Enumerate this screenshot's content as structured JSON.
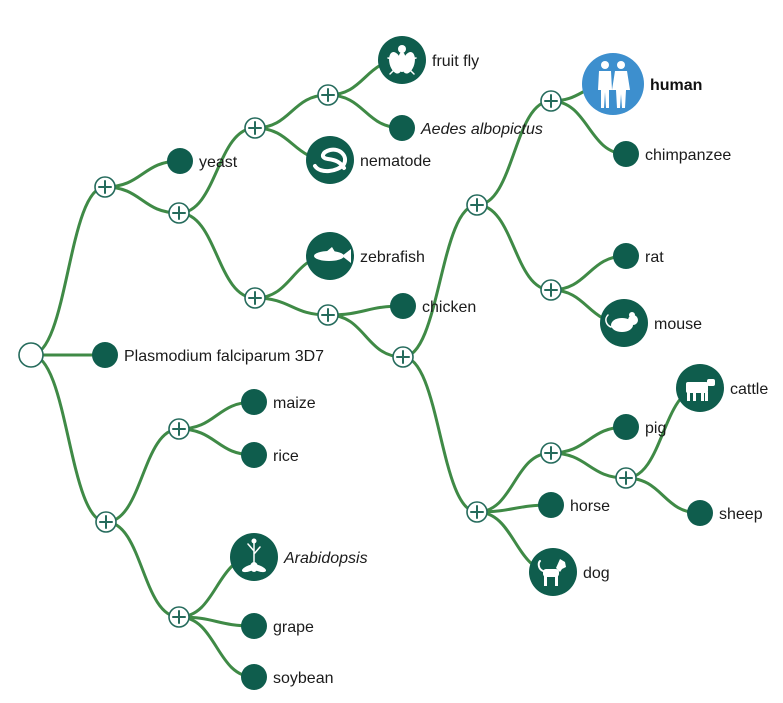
{
  "colors": {
    "edge": "#3f8a46",
    "leaf": "#0f5d4d",
    "highlight": "#3d8fce",
    "junction_outline": "#256b5c"
  },
  "root": {
    "id": "root"
  },
  "junctions": [
    {
      "id": "j-upper",
      "parent": "root"
    },
    {
      "id": "j-lower",
      "parent": "root"
    },
    {
      "id": "j-u1",
      "parent": "j-upper"
    },
    {
      "id": "j-u2",
      "parent": "j-u1"
    },
    {
      "id": "j-u3",
      "parent": "j-u2"
    },
    {
      "id": "j-v1",
      "parent": "j-u1"
    },
    {
      "id": "j-v2",
      "parent": "j-v1"
    },
    {
      "id": "j-v3",
      "parent": "j-v2"
    },
    {
      "id": "j-p1",
      "parent": "j-v3"
    },
    {
      "id": "j-p2",
      "parent": "j-p1"
    },
    {
      "id": "j-r1",
      "parent": "j-p1"
    },
    {
      "id": "j-l1",
      "parent": "j-v3"
    },
    {
      "id": "j-l2",
      "parent": "j-l1"
    },
    {
      "id": "j-l3",
      "parent": "j-l2"
    },
    {
      "id": "j-m1",
      "parent": "j-lower"
    },
    {
      "id": "j-m2",
      "parent": "j-lower"
    }
  ],
  "species": [
    {
      "id": "yeast",
      "label": "yeast",
      "parent": "j-upper",
      "icon": ""
    },
    {
      "id": "fruit-fly",
      "label": "fruit fly",
      "parent": "j-u3",
      "icon": "fruit-fly-icon"
    },
    {
      "id": "aedes",
      "label": "Aedes albopictus",
      "parent": "j-u3",
      "icon": "",
      "italic": true
    },
    {
      "id": "nematode",
      "label": "nematode",
      "parent": "j-u2",
      "icon": "nematode-icon"
    },
    {
      "id": "zebrafish",
      "label": "zebrafish",
      "parent": "j-v1",
      "icon": "zebrafish-icon"
    },
    {
      "id": "chicken",
      "label": "chicken",
      "parent": "j-v2",
      "icon": ""
    },
    {
      "id": "human",
      "label": "human",
      "parent": "j-p2",
      "icon": "human-icon",
      "bold": true,
      "highlight": true
    },
    {
      "id": "chimpanzee",
      "label": "chimpanzee",
      "parent": "j-p2",
      "icon": ""
    },
    {
      "id": "rat",
      "label": "rat",
      "parent": "j-r1",
      "icon": ""
    },
    {
      "id": "mouse",
      "label": "mouse",
      "parent": "j-r1",
      "icon": "mouse-icon"
    },
    {
      "id": "plasmodium",
      "label": "Plasmodium falciparum 3D7",
      "parent": "root",
      "icon": ""
    },
    {
      "id": "cattle",
      "label": "cattle",
      "parent": "j-l3",
      "icon": "cattle-icon"
    },
    {
      "id": "pig",
      "label": "pig",
      "parent": "j-l2",
      "icon": ""
    },
    {
      "id": "sheep",
      "label": "sheep",
      "parent": "j-l3",
      "icon": ""
    },
    {
      "id": "horse",
      "label": "horse",
      "parent": "j-l1",
      "icon": ""
    },
    {
      "id": "dog",
      "label": "dog",
      "parent": "j-l1",
      "icon": "dog-icon"
    },
    {
      "id": "maize",
      "label": "maize",
      "parent": "j-m1",
      "icon": ""
    },
    {
      "id": "rice",
      "label": "rice",
      "parent": "j-m1",
      "icon": ""
    },
    {
      "id": "arabidopsis",
      "label": "Arabidopsis",
      "parent": "j-m2",
      "icon": "arabidopsis-icon",
      "italic": true
    },
    {
      "id": "grape",
      "label": "grape",
      "parent": "j-m2",
      "icon": ""
    },
    {
      "id": "soybean",
      "label": "soybean",
      "parent": "j-m2",
      "icon": ""
    }
  ]
}
